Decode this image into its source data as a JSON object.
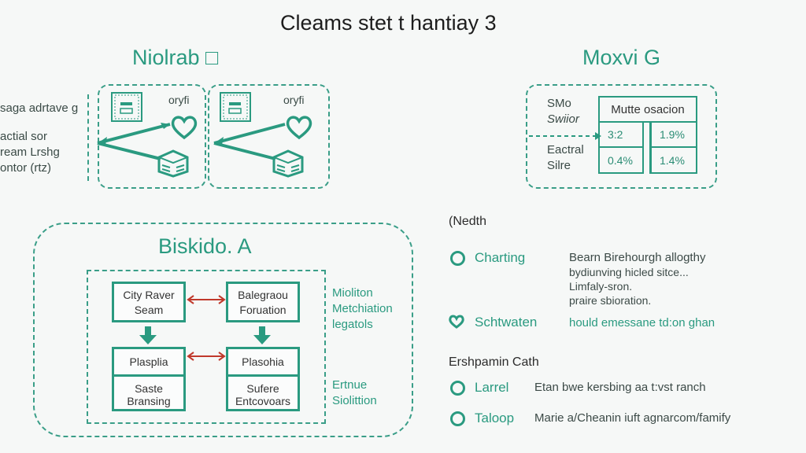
{
  "title": "Cleams stet t hantiay 3",
  "colors": {
    "accent": "#2a9a80",
    "connector_red": "#c0392b",
    "background": "#f6f8f7"
  },
  "panel_a": {
    "heading": "Niolrab □",
    "side_labels": [
      "saga adrtave g",
      "actial sor",
      "ream Lrshg",
      "ontor (rtz)"
    ],
    "cards": [
      {
        "label": "oryfi",
        "icons": [
          "document-icon",
          "heart-icon",
          "database-icon"
        ]
      },
      {
        "label": "oryfi",
        "icons": [
          "document-icon",
          "heart-icon",
          "database-icon"
        ]
      }
    ]
  },
  "panel_b": {
    "heading": "Moxvi G",
    "row_labels": [
      [
        "SMo",
        "Swiior"
      ],
      [
        "Eactral",
        "Silre"
      ]
    ],
    "table": {
      "header": "Mutte osacion",
      "rows": [
        [
          "3:2",
          "1.9%"
        ],
        [
          "0.4%",
          "1.4%"
        ]
      ]
    }
  },
  "panel_c": {
    "heading": "Biskido. A",
    "nodes": [
      {
        "lines": [
          "City Raver",
          "Seam"
        ]
      },
      {
        "lines": [
          "Balegraou",
          "Foruation"
        ]
      },
      {
        "top": "Plasplia",
        "bottom": [
          "Saste",
          "Bransing"
        ]
      },
      {
        "top": "Plasohia",
        "bottom": [
          "Sufere",
          "Entcovoars"
        ]
      }
    ],
    "side_notes": [
      [
        "Mioliton",
        "Metchiation",
        "legatols"
      ],
      [
        "Ertnue",
        "Siolittion"
      ]
    ]
  },
  "legend": {
    "section1_title": "(Nedth",
    "section1_items": [
      {
        "icon": "circle-icon",
        "label": "Charting",
        "desc": [
          "Bearn Birehourgh allogthy",
          "bydiunving hicled sitce...",
          "Limfaly-sron.",
          "praire sbioration."
        ]
      },
      {
        "icon": "heart-icon",
        "label": "Schtwaten",
        "desc": [
          "hould emessane td:on ghan"
        ]
      }
    ],
    "section2_title": "Ershpamin Cath",
    "section2_items": [
      {
        "icon": "circle-icon",
        "label": "Larrel",
        "desc": [
          "Etan bwe kersbing aa t:vst ranch"
        ]
      },
      {
        "icon": "circle-icon",
        "label": "Taloop",
        "desc": [
          "Marie a/Cheanin iuft agnarcom/famify"
        ]
      }
    ]
  }
}
